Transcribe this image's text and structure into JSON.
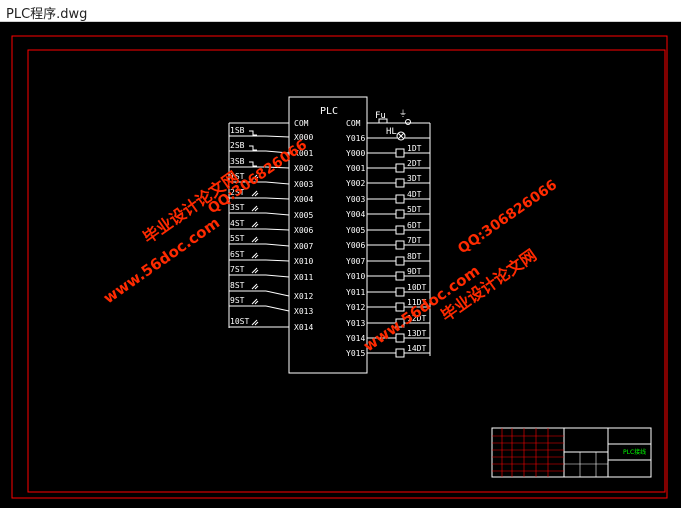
{
  "window": {
    "title": "PLC程序.dwg"
  },
  "plc": {
    "title": "PLC",
    "left_terminals": [
      "COM",
      "X000",
      "X001",
      "X002",
      "X003",
      "X004",
      "X005",
      "X006",
      "X007",
      "X010",
      "X011",
      "X012",
      "X013",
      "X014"
    ],
    "right_terminals": [
      "COM",
      "Y016",
      "Y000",
      "Y001",
      "Y002",
      "Y003",
      "Y004",
      "Y005",
      "Y006",
      "Y007",
      "Y010",
      "Y011",
      "Y012",
      "Y013",
      "Y014",
      "Y015"
    ]
  },
  "inputs": [
    "1SB",
    "2SB",
    "3SB",
    "1ST",
    "2ST",
    "3ST",
    "4ST",
    "5ST",
    "6ST",
    "7ST",
    "8ST",
    "9ST",
    "10ST"
  ],
  "outputs": {
    "fuse_label": "Fu",
    "lamp_label": "HL",
    "valves": [
      "1DT",
      "2DT",
      "3DT",
      "4DT",
      "5DT",
      "6DT",
      "7DT",
      "8DT",
      "9DT",
      "10DT",
      "11DT",
      "12DT",
      "13DT",
      "14DT"
    ]
  },
  "watermarks": {
    "site": "www.56doc.com",
    "brand": "毕业设计论文网",
    "qq": "QQ:306826066"
  },
  "title_block": {
    "drawing_name": "PLC接线"
  },
  "colors": {
    "frame": "#ff0000",
    "drawing": "#ffffff",
    "title_text": "#00ff00",
    "watermark": "#ff2a00",
    "background": "#000000"
  }
}
